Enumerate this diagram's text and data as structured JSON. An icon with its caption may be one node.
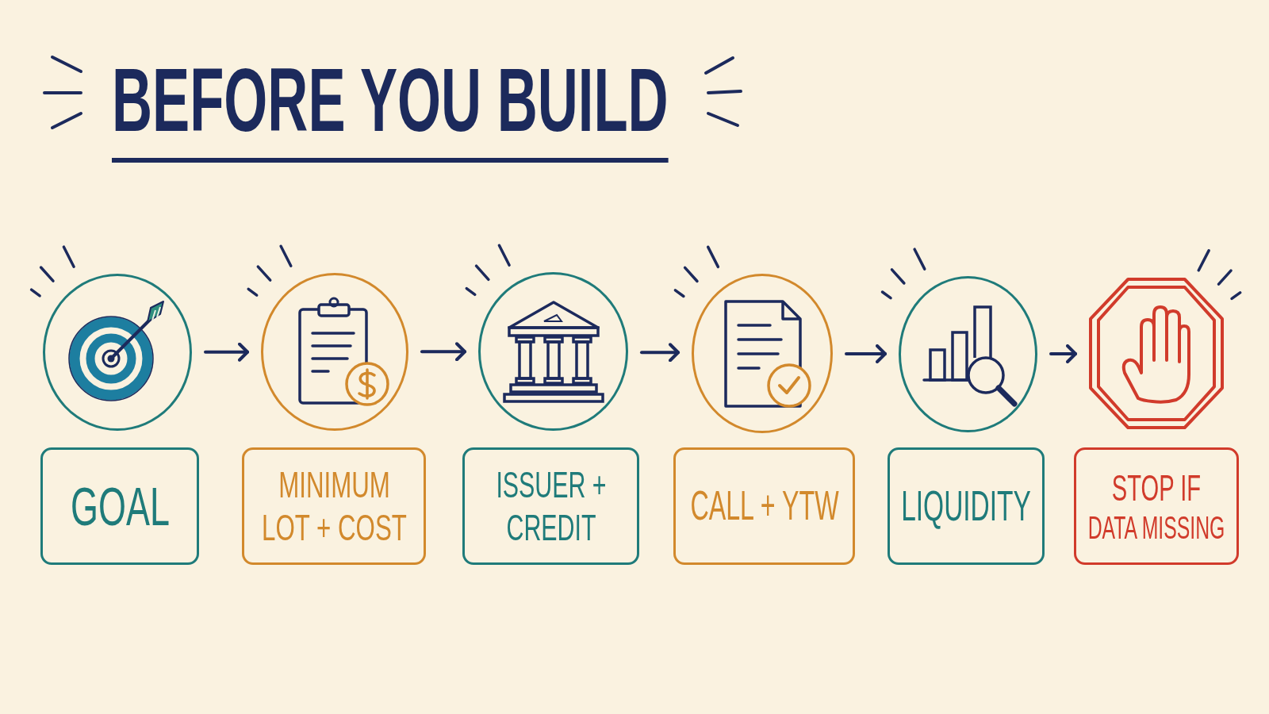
{
  "diagram": {
    "title": "BEFORE YOU BUILD",
    "nodes": [
      {
        "text": [],
        "shape": "circle"
      },
      {
        "text": [],
        "shape": "circle"
      },
      {
        "text": [],
        "shape": "circle"
      },
      {
        "text": [],
        "shape": "circle"
      },
      {
        "text": [],
        "shape": "circle"
      },
      {
        "text": [],
        "shape": "octagon"
      },
      {
        "text": [
          "GOAL"
        ]
      },
      {
        "text": [
          "MINIMUM LOT + COST"
        ]
      },
      {
        "text": [
          "ISSUER + CREDIT"
        ]
      },
      {
        "text": [
          "CALL + YTW"
        ]
      },
      {
        "text": [
          "LIQUIDITY"
        ]
      },
      {
        "text": [
          "STOP IF DATA MISSING"
        ]
      }
    ],
    "edges": [
      {
        "from": 0,
        "to": 1,
        "arrow": "to"
      },
      {
        "from": 1,
        "to": 2,
        "arrow": "to"
      },
      {
        "from": 2,
        "to": 3,
        "arrow": "to"
      },
      {
        "from": 3,
        "to": 4,
        "arrow": "to"
      },
      {
        "from": 4,
        "to": 5,
        "arrow": "to"
      }
    ]
  }
}
